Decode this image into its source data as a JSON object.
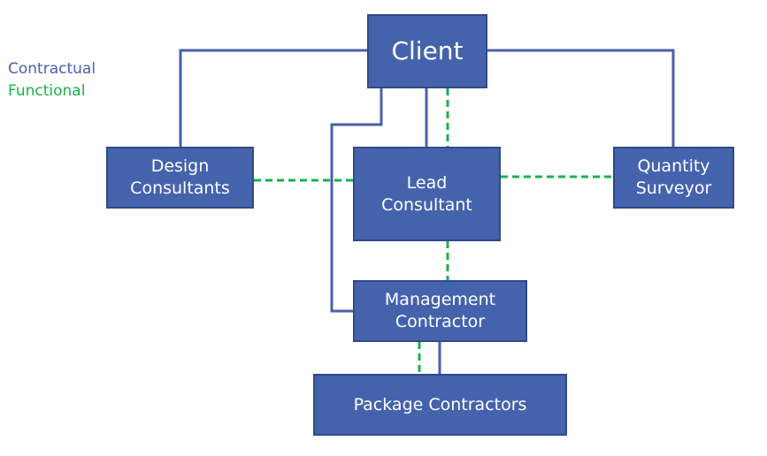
{
  "legend": {
    "contractual": {
      "label": "Contractual",
      "color": "#4a5fa8"
    },
    "functional": {
      "label": "Functional",
      "color": "#18b04c"
    }
  },
  "nodes": {
    "client": "Client",
    "design_consultants": "Design\nConsultants",
    "lead_consultant": "Lead\nConsultant",
    "quantity_surveyor": "Quantity\nSurveyor",
    "management_contractor": "Management\nContractor",
    "package_contractors": "Package Contractors"
  },
  "relationships": [
    {
      "from": "Client",
      "to": "Design Consultants",
      "type": "contractual"
    },
    {
      "from": "Client",
      "to": "Quantity Surveyor",
      "type": "contractual"
    },
    {
      "from": "Client",
      "to": "Lead Consultant",
      "type": "contractual"
    },
    {
      "from": "Client",
      "to": "Lead Consultant",
      "type": "functional"
    },
    {
      "from": "Client",
      "to": "Management Contractor",
      "type": "contractual"
    },
    {
      "from": "Lead Consultant",
      "to": "Design Consultants",
      "type": "functional"
    },
    {
      "from": "Lead Consultant",
      "to": "Quantity Surveyor",
      "type": "functional"
    },
    {
      "from": "Lead Consultant",
      "to": "Management Contractor",
      "type": "functional"
    },
    {
      "from": "Management Contractor",
      "to": "Package Contractors",
      "type": "contractual"
    },
    {
      "from": "Management Contractor",
      "to": "Package Contractors",
      "type": "functional"
    }
  ],
  "colors": {
    "node_fill": "#4563ad",
    "node_border": "#2f4a8a",
    "contractual_line": "#4a5fa8",
    "functional_line": "#18b04c"
  }
}
